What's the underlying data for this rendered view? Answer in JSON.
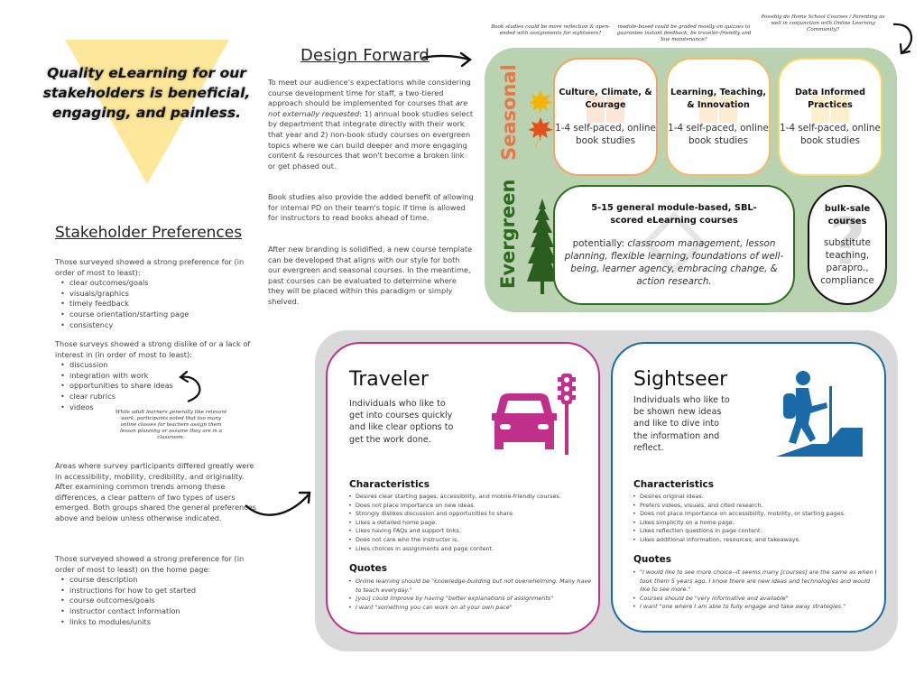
{
  "hero": {
    "tagline": "Quality eLearning for our stakeholders is beneficial, engaging, and painless.",
    "triangle_color": "#fde79a"
  },
  "design_forward": {
    "title": "Design Forward",
    "p1_before": "To meet our audience's expectations while considering course development time for staff, a two-tiered approach should be implemented for courses that ",
    "p1_italic": "are not externally requested",
    "p1_after": ": 1) annual book studies select by department that integrate directly with their work that year and 2) non-book study courses on evergreen topics where we can build deeper and more engaging content & resources that won't become a broken link or get phased out.",
    "p2": "Book studies also provide the added benefit of allowing for internal PD on their team's topic if time is allowed for instructors to read books ahead of time.",
    "p3": "After new branding is solidified, a new course template can be developed that aligns with our style for both our evergreen and seasonal courses. In the meantime, past courses can be evaluated to determine where they will be placed within this paradigm or simply shelved."
  },
  "stakeholder_preferences": {
    "title": "Stakeholder Preferences",
    "likes_intro": "Those surveyed showed a strong preference for (in order of most to least):",
    "likes": [
      "clear outcomes/goals",
      "visuals/graphics",
      "timely feedback",
      "course orientation/starting page",
      "consistency"
    ],
    "dislikes_intro": "Those surveys showed a strong dislike of or a lack of interest in (in order of most to least):",
    "dislikes": [
      "discussion",
      "integration with work",
      "opportunities to share ideas",
      "clear rubrics",
      "videos"
    ],
    "differences": "Areas where survey participants differed greatly were in accessibility, mobility, credibility, and originality. After examining common trends among these differences, a clear pattern of two types of users emerged. Both groups shared the general preferences above and below unless otherwise indicated.",
    "homepage_intro": "Those surveyed showed a strong preference for (in order of most to least) on the home page:",
    "homepage": [
      "course description",
      "instructions for how to get started",
      "course outcomes/goals",
      "instructor contact information",
      "links to modules/units"
    ]
  },
  "notes": {
    "adult_learners": "While adult learners generally like relevant work, participants noted that too many online classes for teachers assign them lesson planning or assume they are in a classroom.",
    "book_studies": "Book studies could be more reflection & open-ended with assignments for sightseers?",
    "module_based": "module-based could be graded mostly on quizzes to guarantee instant feedback, be traveler-friendly and low maintenance?",
    "home_school": "Possibly do Home School Courses / Parenting as well in conjunction with Online Learning Community?"
  },
  "course_model": {
    "seasonal_label": "Seasonal",
    "evergreen_label": "Evergreen",
    "seasonal_cards": [
      {
        "title": "Culture, Climate, & Courage",
        "body": "1-4 self-paced, online book studies"
      },
      {
        "title": "Learning, Teaching, & Innovation",
        "body": "1-4 self-paced, online book studies"
      },
      {
        "title": "Data Informed Practices",
        "body": "1-4 self-paced, online book studies"
      }
    ],
    "evergreen_card": {
      "title": "5-15 general module-based, SBL-scored eLearning courses",
      "body_prefix": "potentially: ",
      "body_topics": "classroom management, lesson planning, flexible learning, foundations of well-being, learner agency, embracing change, & action research."
    },
    "bulk_card": {
      "title": "bulk-sale courses",
      "body": "substitute teaching, parapro., compliance",
      "bg_glyph": "?"
    },
    "colors": {
      "panel": "#b9d2b0",
      "seasonal": "#e8774a",
      "evergreen": "#2d6a1e"
    }
  },
  "personas": {
    "traveler": {
      "title": "Traveler",
      "description": "Individuals who like to get into courses quickly and like clear options to get the work done.",
      "icon": "car-traffic-light-icon",
      "color": "#c0308a",
      "characteristics_heading": "Characteristics",
      "characteristics": [
        "Desires clear starting pages, accessibility, and mobile-friendly courses.",
        "Does not place importance on new ideas.",
        "Strongly dislikes discussion and opportunities to share.",
        "Likes a detailed home page.",
        "Likes having FAQs and support links.",
        "Does not care who the instructor is.",
        "Likes choices in assignments and page content."
      ],
      "quotes_heading": "Quotes",
      "quotes": [
        "Online learning should be \"knowledge-building but not overwhelming. Many have to teach everyday.\"",
        "[you] could improve by having \"better explanations of assignments\"",
        "I want \"something you can work on at your own pace\""
      ]
    },
    "sightseer": {
      "title": "Sightseer",
      "description": "Individuals who like to be shown new ideas and like to dive into the information and reflect.",
      "icon": "hiker-icon",
      "color": "#1b6aa8",
      "characteristics_heading": "Characteristics",
      "characteristics": [
        "Desires original ideas.",
        "Prefers videos, visuals, and cited research.",
        "Does not place importance on accessibility, mobility, or starting pages.",
        "Likes simplicity on a home page.",
        "Likes reflection questions in page content.",
        "Likes additional information, resources, and takeaways."
      ],
      "quotes_heading": "Quotes",
      "quotes": [
        "\"I would like to see more choice--it seems many [courses] are the same as when I took them 5 years ago. I know there are new ideas and technologies and would like to see more.\"",
        "Courses should be \"very informative and available\"",
        "I want \"one where I am able to fully engage and take away strategies.\""
      ]
    }
  }
}
